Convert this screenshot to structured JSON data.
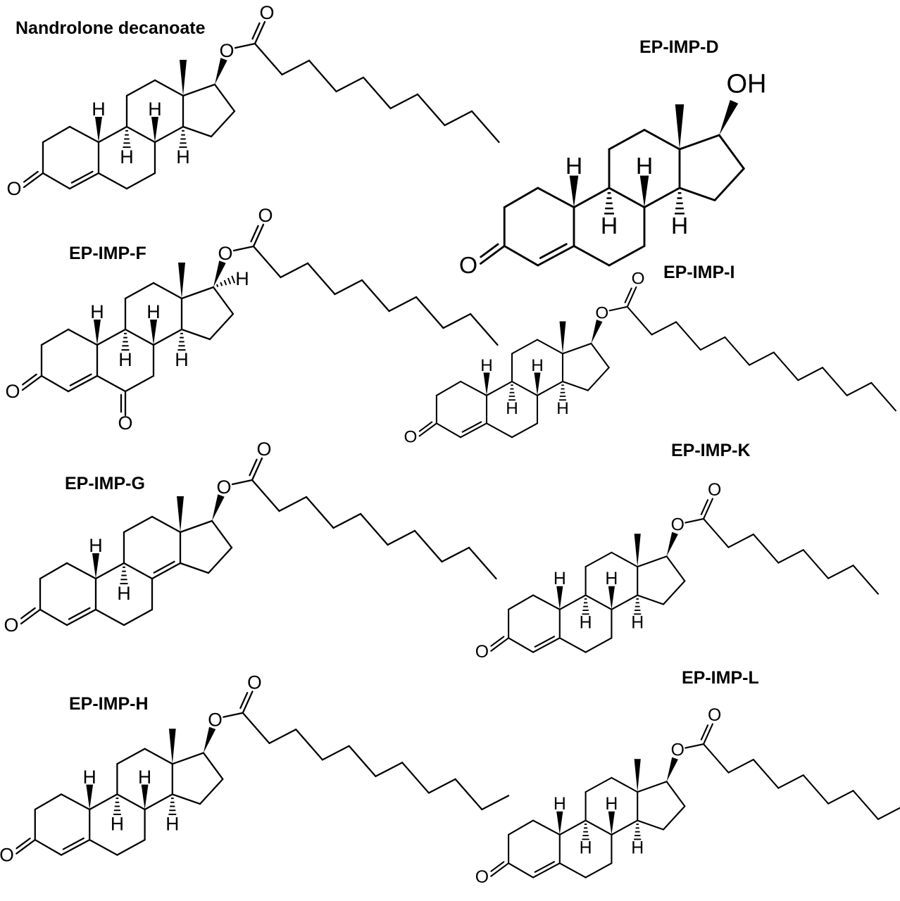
{
  "molecules": [
    {
      "id": "nandrolone-decanoate",
      "label": "Nandrolone decanoate",
      "ester_carbons": 10,
      "variant": "parent"
    },
    {
      "id": "ep-imp-d",
      "label": "EP-IMP-D",
      "ester_carbons": 0,
      "variant": "alcohol"
    },
    {
      "id": "ep-imp-f",
      "label": "EP-IMP-F",
      "ester_carbons": 10,
      "variant": "6-oxo-17-alpha"
    },
    {
      "id": "ep-imp-i",
      "label": "EP-IMP-I",
      "ester_carbons": 12,
      "variant": "parent"
    },
    {
      "id": "ep-imp-g",
      "label": "EP-IMP-G",
      "ester_carbons": 10,
      "variant": "delta-8-14"
    },
    {
      "id": "ep-imp-k",
      "label": "EP-IMP-K",
      "ester_carbons": 8,
      "variant": "parent"
    },
    {
      "id": "ep-imp-h",
      "label": "EP-IMP-H",
      "ester_carbons": 11,
      "variant": "parent"
    },
    {
      "id": "ep-imp-l",
      "label": "EP-IMP-L",
      "ester_carbons": 9,
      "variant": "parent"
    }
  ],
  "atoms": {
    "oxygen": "O",
    "hydrogen": "H",
    "hydroxyl": "OH"
  },
  "colors": {
    "ink": "#000000",
    "background": "#ffffff"
  }
}
